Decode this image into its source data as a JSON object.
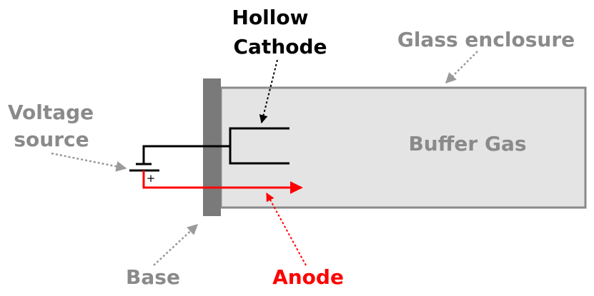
{
  "diagram": {
    "labels": {
      "hollow_cathode_line1": "Hollow",
      "hollow_cathode_line2": "Cathode",
      "glass_enclosure": "Glass enclosure",
      "voltage_source_line1": "Voltage",
      "voltage_source_line2": "source",
      "buffer_gas": "Buffer Gas",
      "base": "Base",
      "anode": "Anode",
      "battery_plus": "+"
    },
    "colors": {
      "label_gray": "#8a8a8a",
      "black": "#000000",
      "anode_red": "#ff0000",
      "enclosure_fill": "#e4e4e4",
      "enclosure_stroke": "#8a8a8a",
      "base_fill": "#7a7a7a",
      "pointer_gray": "#9a9a9a"
    }
  }
}
